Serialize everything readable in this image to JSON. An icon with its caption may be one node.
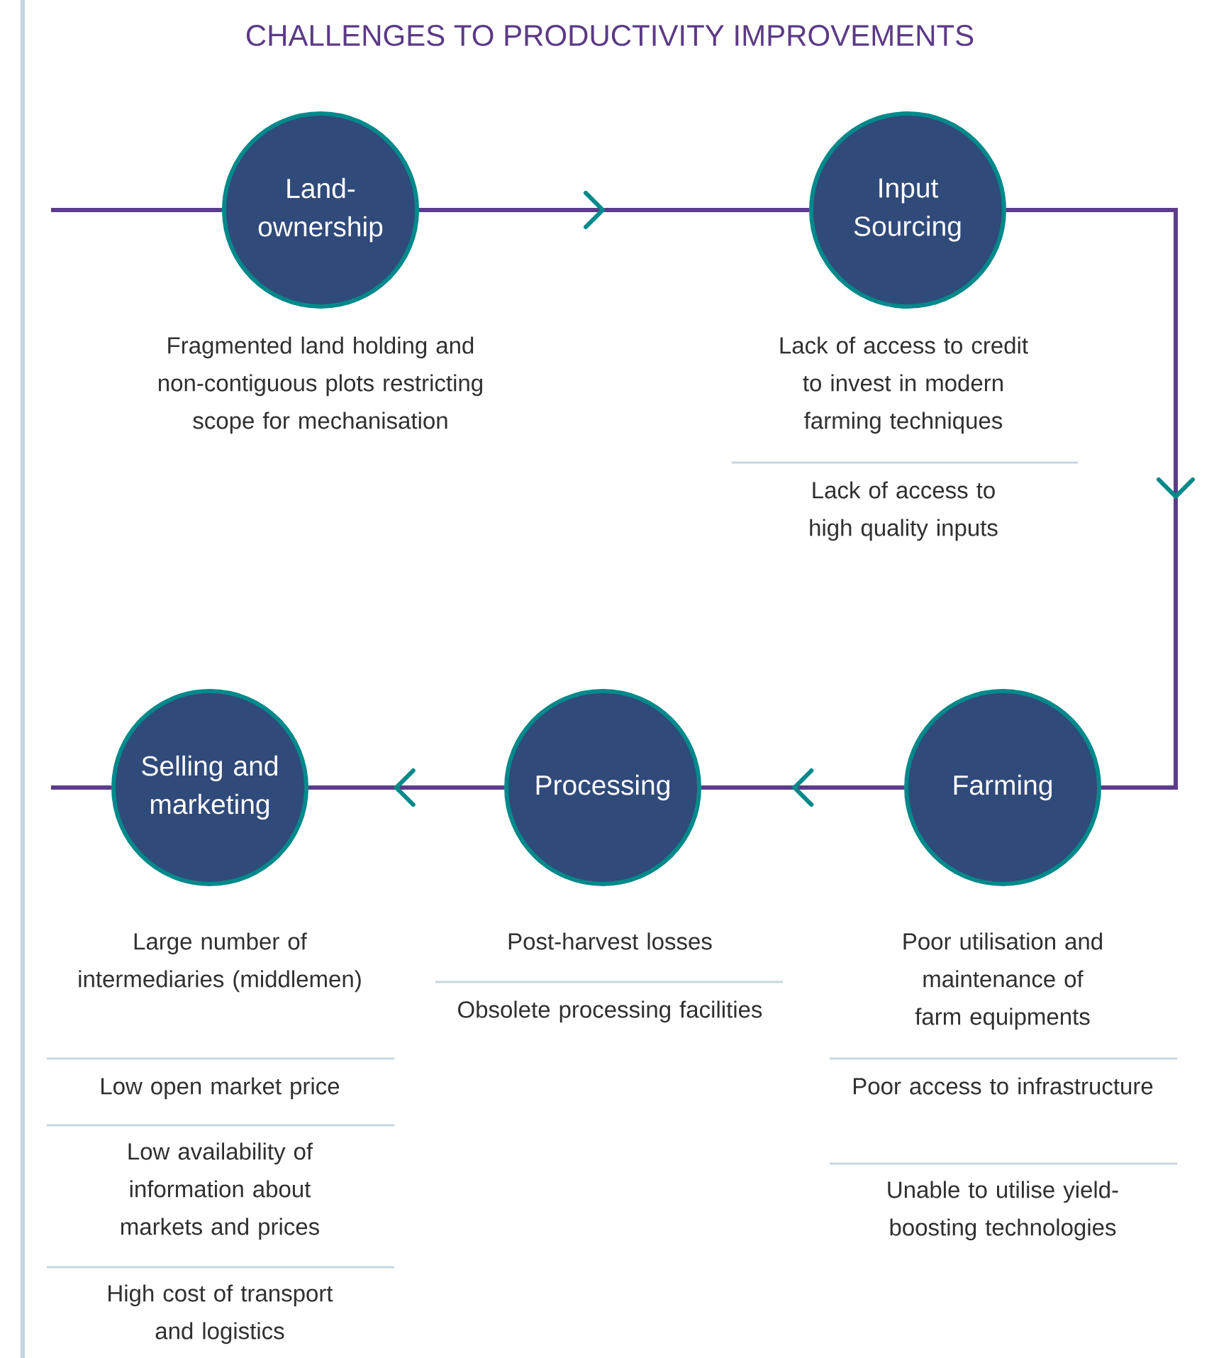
{
  "diagram": {
    "title": "CHALLENGES TO PRODUCTIVITY IMPROVEMENTS",
    "nodes": [
      {
        "text": [
          "Land-ownership"
        ],
        "beside": [
          "Fragmented land holding and non-contiguous plots restricting scope for mechanisation"
        ]
      },
      {
        "text": [
          "Input Sourcing"
        ],
        "beside": [
          "Lack of access to credit to invest in modern farming techniques",
          "Lack of access to high quality inputs"
        ]
      },
      {
        "text": [
          "Farming"
        ],
        "beside": [
          "Poor utilisation and maintenance of farm equipments",
          "Poor access to infrastructure",
          "Unable to utilise yield-boosting technologies"
        ]
      },
      {
        "text": [
          "Processing"
        ],
        "beside": [
          "Post-harvest losses",
          "Obsolete processing facilities"
        ]
      },
      {
        "text": [
          "Selling and marketing"
        ],
        "beside": [
          "Large number of intermediaries (middlemen)",
          "Low open market price",
          "Low availability of information about markets and prices",
          "High cost of transport and logistics"
        ]
      }
    ],
    "edges": [
      {
        "from": null,
        "to": 0,
        "arrow": "none"
      },
      {
        "from": 0,
        "to": 1,
        "arrow": "to"
      },
      {
        "from": 1,
        "to": 2,
        "arrow": "to"
      },
      {
        "from": 2,
        "to": 3,
        "arrow": "to"
      },
      {
        "from": 3,
        "to": 4,
        "arrow": "to"
      },
      {
        "from": 4,
        "to": null,
        "arrow": "none"
      }
    ]
  }
}
